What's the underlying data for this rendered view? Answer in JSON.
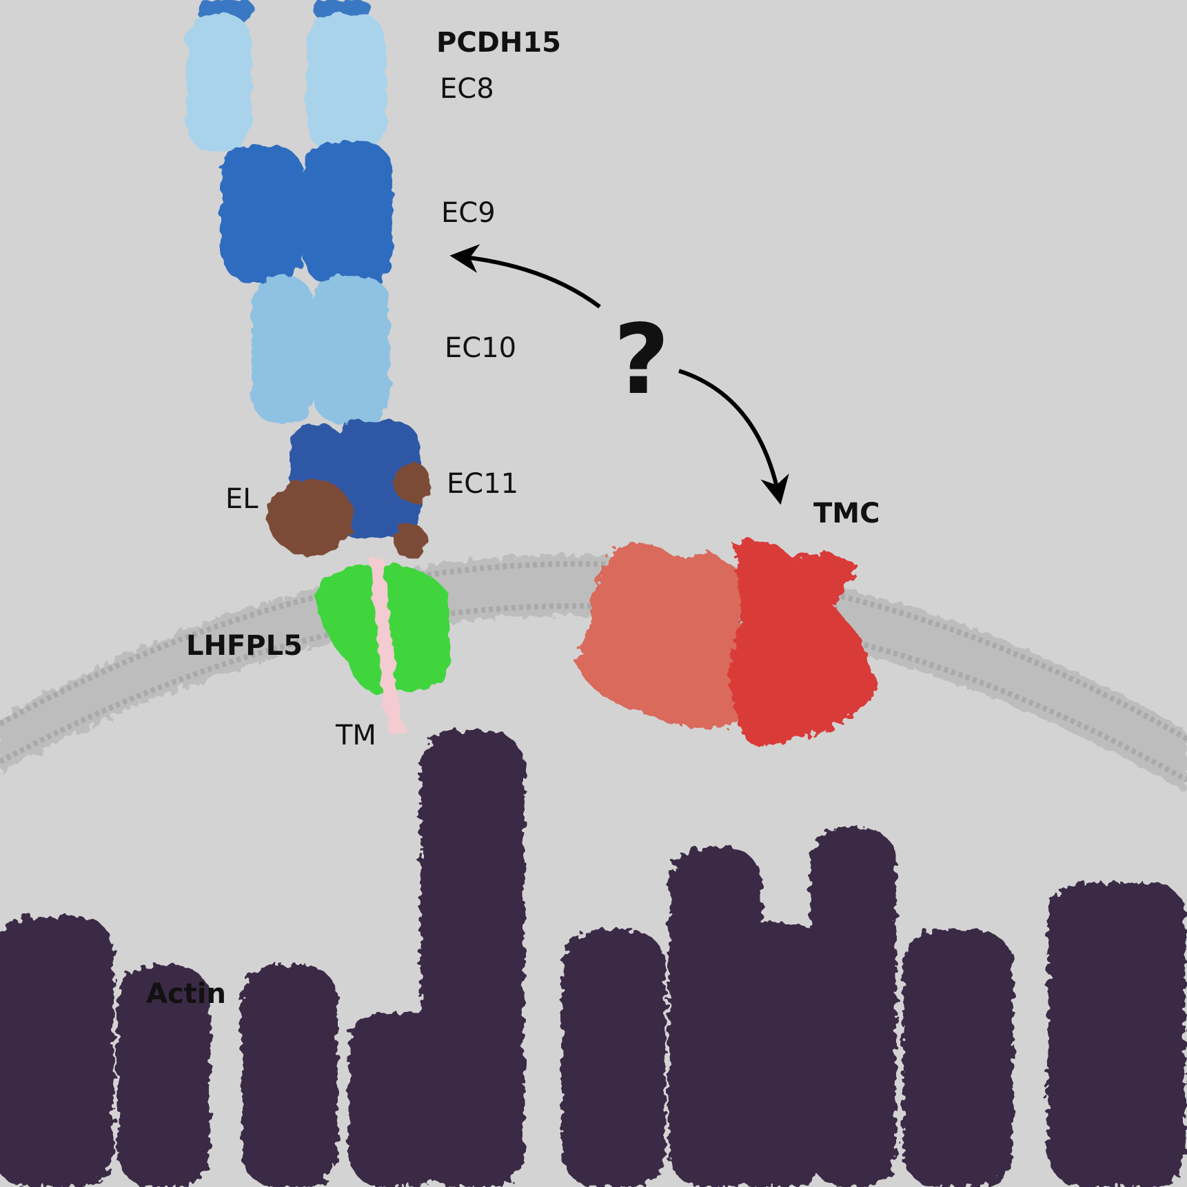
{
  "labels": {
    "pcdh15": "PCDH15",
    "ec8": "EC8",
    "ec9": "EC9",
    "ec10": "EC10",
    "ec11": "EC11",
    "el": "EL",
    "tmc": "TMC",
    "lhfpl5": "LHFPL5",
    "tm": "TM",
    "actin": "Actin",
    "question": "?"
  },
  "colors": {
    "background": "#d3d3d3",
    "ec_light": "#8ec3e2",
    "ec_dark": "#2e6bbf",
    "ec_deep": "#2f5aa8",
    "el_brown": "#7a4b36",
    "lhfpl5_green": "#3fd23f",
    "tm_pink": "#f1c9cf",
    "tmc_salmon": "#d9685a",
    "tmc_red": "#d83a36",
    "membrane": "#bcbcbc",
    "actin": "#3b2a45"
  },
  "icons": [
    "arrow-to-pcdh15-icon",
    "arrow-to-tmc-icon"
  ]
}
